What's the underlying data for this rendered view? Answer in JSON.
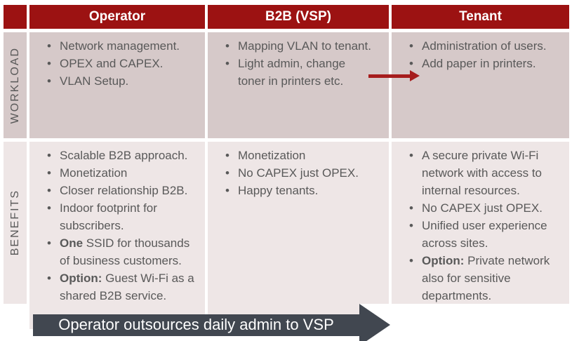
{
  "slide": {
    "columns": [
      {
        "label": "Operator"
      },
      {
        "label": "B2B (VSP)"
      },
      {
        "label": "Tenant"
      }
    ],
    "rows": [
      {
        "label": "WORKLOAD",
        "cells": [
          {
            "items": [
              {
                "text": "Network management."
              },
              {
                "text": "OPEX and CAPEX."
              },
              {
                "text": "VLAN Setup."
              }
            ]
          },
          {
            "items": [
              {
                "text": "Mapping VLAN to tenant."
              },
              {
                "text": "Light admin, change\ntoner in printers etc."
              }
            ]
          },
          {
            "items": [
              {
                "text": "Administration of users."
              },
              {
                "text": "Add paper in printers."
              }
            ]
          }
        ]
      },
      {
        "label": "BENEFITS",
        "cells": [
          {
            "items": [
              {
                "text": "Scalable B2B approach."
              },
              {
                "text": "Monetization"
              },
              {
                "text": "Closer relationship B2B."
              },
              {
                "text": "Indoor footprint for\nsubscribers."
              },
              {
                "bold": "One",
                "text": " SSID for thousands\nof business customers."
              },
              {
                "bold": "Option:",
                "text": " Guest Wi-Fi as a\nshared B2B service."
              }
            ]
          },
          {
            "items": [
              {
                "text": "Monetization"
              },
              {
                "text": "No CAPEX just OPEX."
              },
              {
                "text": "Happy tenants."
              }
            ]
          },
          {
            "items": [
              {
                "text": "A secure private Wi-Fi\nnetwork with access to\ninternal resources."
              },
              {
                "text": "No CAPEX just OPEX."
              },
              {
                "text": "Unified user experience\nacross sites."
              },
              {
                "bold": "Option:",
                "text": " Private network\nalso for sensitive\ndepartments."
              }
            ]
          }
        ]
      }
    ],
    "bottom_arrow": {
      "label": "Operator outsources daily admin to VSP"
    }
  },
  "colors": {
    "header-red": "#9c1212",
    "arrow-red": "#a61d1d",
    "dark-arrow": "#414750",
    "workload-bg": "#d6c9c9",
    "benefits-bg": "#eee6e6",
    "text-gray": "#595959",
    "header-text": "#ffffff"
  }
}
